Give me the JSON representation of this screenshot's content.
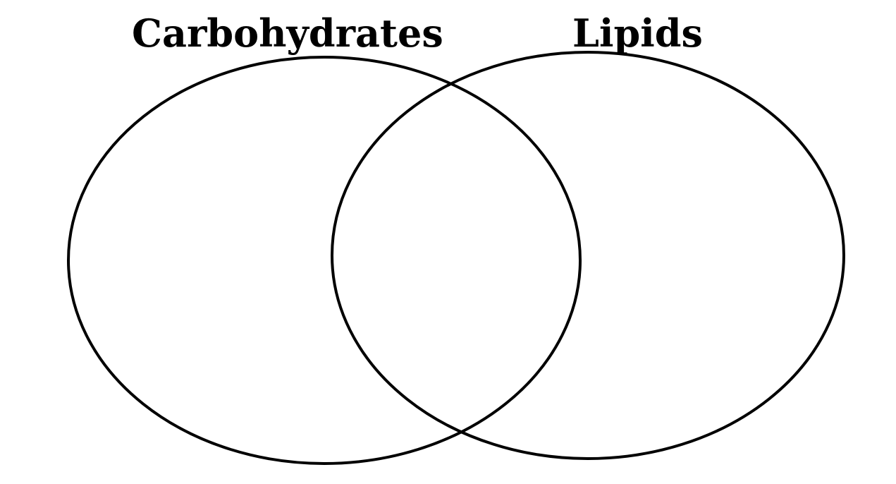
{
  "diagram": {
    "type": "venn",
    "sets": [
      {
        "label": "Carbohydrates"
      },
      {
        "label": "Lipids"
      }
    ],
    "stroke_color": "#000000",
    "background_color": "#ffffff"
  }
}
